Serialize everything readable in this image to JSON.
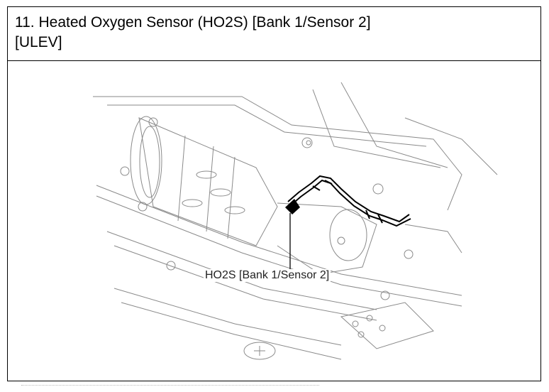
{
  "header": {
    "title_line1": "11. Heated Oxygen Sensor (HO2S) [Bank 1/Sensor 2]",
    "title_line2": "[ULEV]"
  },
  "figure": {
    "callout_label": "HO2S [Bank 1/Sensor 2]"
  }
}
